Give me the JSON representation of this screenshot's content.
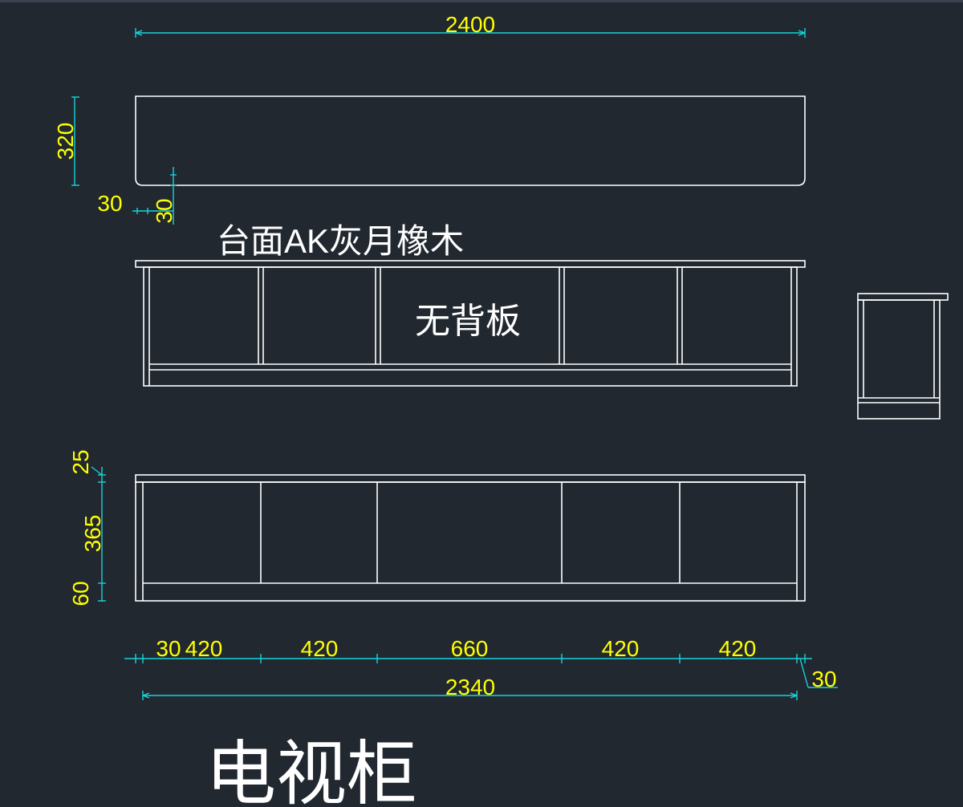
{
  "colors": {
    "background": "#212830",
    "outline": "#ffffff",
    "dimension_line": "#19d3da",
    "dimension_text": "#ffff00"
  },
  "labels": {
    "top_material": "台面AK灰月橡木",
    "no_back_panel": "无背板",
    "title": "电视柜"
  },
  "dimensions": {
    "top_width": "2400",
    "top_depth": "320",
    "corner_x": "30",
    "corner_y": "30",
    "front_top": "25",
    "front_mid": "365",
    "front_bottom": "60",
    "seg_side_left": "30",
    "seg_1": "420",
    "seg_2": "420",
    "seg_3": "660",
    "seg_4": "420",
    "seg_5": "420",
    "seg_side_right": "30",
    "total_bottom": "2340"
  }
}
